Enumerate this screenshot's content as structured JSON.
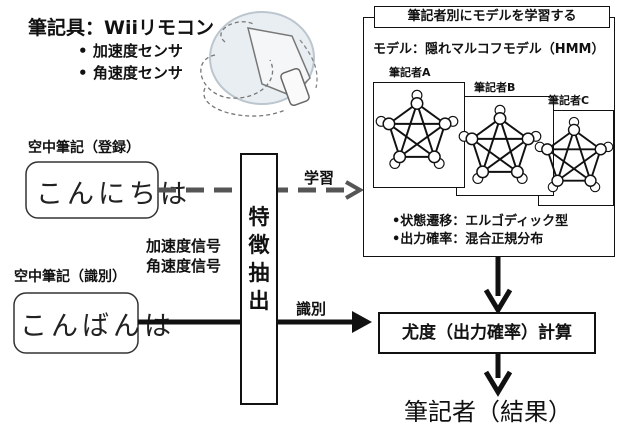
{
  "device": {
    "title": "筆記具：Wiiリモコン",
    "sensors": [
      "加速度センサ",
      "角速度センサ"
    ]
  },
  "registration": {
    "label": "空中筆記（登録）",
    "sample_text": "こんにちは",
    "arrow_label": "学習"
  },
  "identification": {
    "label": "空中筆記（識別）",
    "sample_text": "こんばんは",
    "arrow_label": "識別"
  },
  "signals": [
    "加速度信号",
    "角速度信号"
  ],
  "feature_extraction": {
    "label_chars": [
      "特",
      "徴",
      "抽",
      "出"
    ]
  },
  "model_box": {
    "title": "筆記者別にモデルを学習する",
    "model": "モデル：隠れマルコフモデル（HMM）",
    "writers": [
      "筆記者A",
      "筆記者B",
      "筆記者C"
    ],
    "state_transition": "•状態遷移：エルゴディック型",
    "output_prob": "•出力確率：混合正規分布"
  },
  "likelihood_box": {
    "label": "尤度（出力確率）計算"
  },
  "result": {
    "label": "筆記者（結果）"
  },
  "colors": {
    "line": "#111111",
    "dashed_arrow": "#555555"
  }
}
